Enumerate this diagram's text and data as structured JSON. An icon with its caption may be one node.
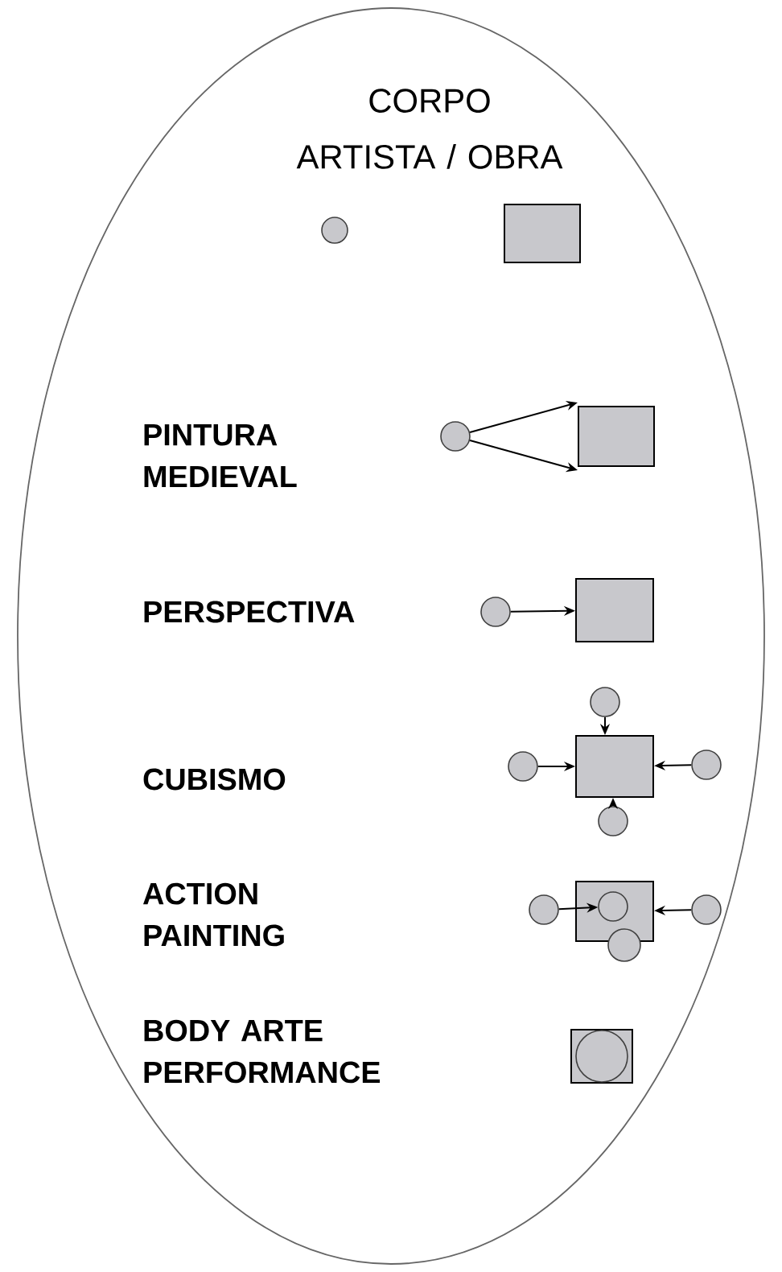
{
  "diagram": {
    "nodes": [
      {
        "text": [
          "CORPO ARTISTA / OBRA"
        ]
      },
      {
        "text": [],
        "shape": "circle",
        "in": 0
      },
      {
        "text": [],
        "shape": "box",
        "in": 0
      },
      {
        "text": [],
        "shape": "circle",
        "in": 0
      },
      {
        "text": [],
        "shape": "box",
        "in": 0
      },
      {
        "text": [],
        "shape": "circle",
        "in": 0
      },
      {
        "text": [],
        "shape": "box",
        "in": 0
      },
      {
        "text": [],
        "shape": "circle",
        "in": 0
      },
      {
        "text": [],
        "shape": "circle",
        "in": 0
      },
      {
        "text": [],
        "shape": "box",
        "in": 0
      },
      {
        "text": [],
        "shape": "circle",
        "in": 0
      },
      {
        "text": [],
        "shape": "circle",
        "in": 0
      },
      {
        "text": [],
        "shape": "circle",
        "in": 0
      },
      {
        "text": [],
        "shape": "box",
        "in": 0
      },
      {
        "text": [],
        "shape": "circle",
        "in": 13
      },
      {
        "text": [],
        "shape": "circle",
        "in": 0
      },
      {
        "text": [],
        "shape": "circle",
        "in": 0
      },
      {
        "text": [],
        "shape": "box",
        "in": 0
      },
      {
        "text": [],
        "shape": "circle",
        "in": 17
      }
    ],
    "edges": [
      {
        "from": 3,
        "to": 4,
        "arrow": "to"
      },
      {
        "from": 3,
        "to": 4,
        "arrow": "to"
      },
      {
        "from": 5,
        "to": 6,
        "arrow": "to"
      },
      {
        "from": 7,
        "to": 9,
        "arrow": "to"
      },
      {
        "from": 8,
        "to": 9,
        "arrow": "to"
      },
      {
        "from": 10,
        "to": 9,
        "arrow": "to"
      },
      {
        "from": 11,
        "to": 9,
        "arrow": "to"
      },
      {
        "from": 12,
        "to": 14,
        "arrow": "to"
      },
      {
        "from": 15,
        "to": 13,
        "arrow": "to"
      }
    ],
    "labels": [
      "PINTURA MEDIEVAL",
      "PERSPECTIVA",
      "CUBISMO",
      "ACTION PAINTING",
      "BODY ARTE PERFORMANCE"
    ]
  }
}
